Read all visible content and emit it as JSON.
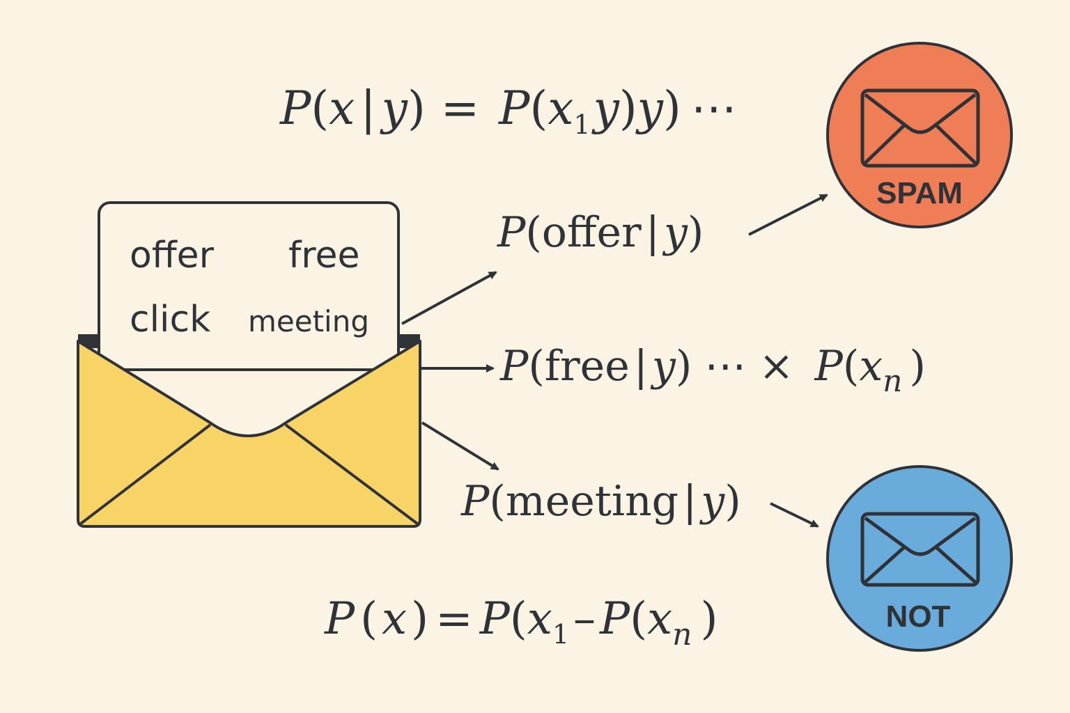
{
  "colors": {
    "background": "#fbf3e3",
    "ink": "#2f3338",
    "envelope": "#f8d365",
    "card": "#fbf3e3",
    "spam": "#ef7d55",
    "not_spam": "#69acdb"
  },
  "email_card": {
    "words": [
      "offer",
      "free",
      "click",
      "meeting"
    ]
  },
  "formulas": {
    "top": {
      "P1": "P",
      "x": "x",
      "bar": "|",
      "y": "y",
      "eq": "=",
      "P2": "P",
      "x1": "x",
      "sub1": "1",
      "y2": "y",
      "y3": "y",
      "dots": "⋯"
    },
    "offer": {
      "P": "P",
      "word": "offer",
      "bar": "|",
      "y": "y"
    },
    "free": {
      "P": "P",
      "word": "free",
      "bar": "|",
      "y": "y",
      "dots": "⋯",
      "times": "×",
      "P2": "P",
      "x": "x",
      "sub": "n"
    },
    "meeting": {
      "P": "P",
      "word": "meeting",
      "bar": "|",
      "y": "y"
    },
    "bottom": {
      "P1": "P",
      "x": "x",
      "eq": "=",
      "P2": "P",
      "x1": "x",
      "sub1": "1",
      "minus": "–",
      "P3": "P",
      "xn": "x",
      "subn": "n"
    }
  },
  "classes": {
    "spam_label": "SPAM",
    "not_label": "NOT"
  },
  "icons": {
    "spam": "envelope-icon",
    "not_spam": "envelope-icon",
    "email": "open-envelope-icon"
  }
}
